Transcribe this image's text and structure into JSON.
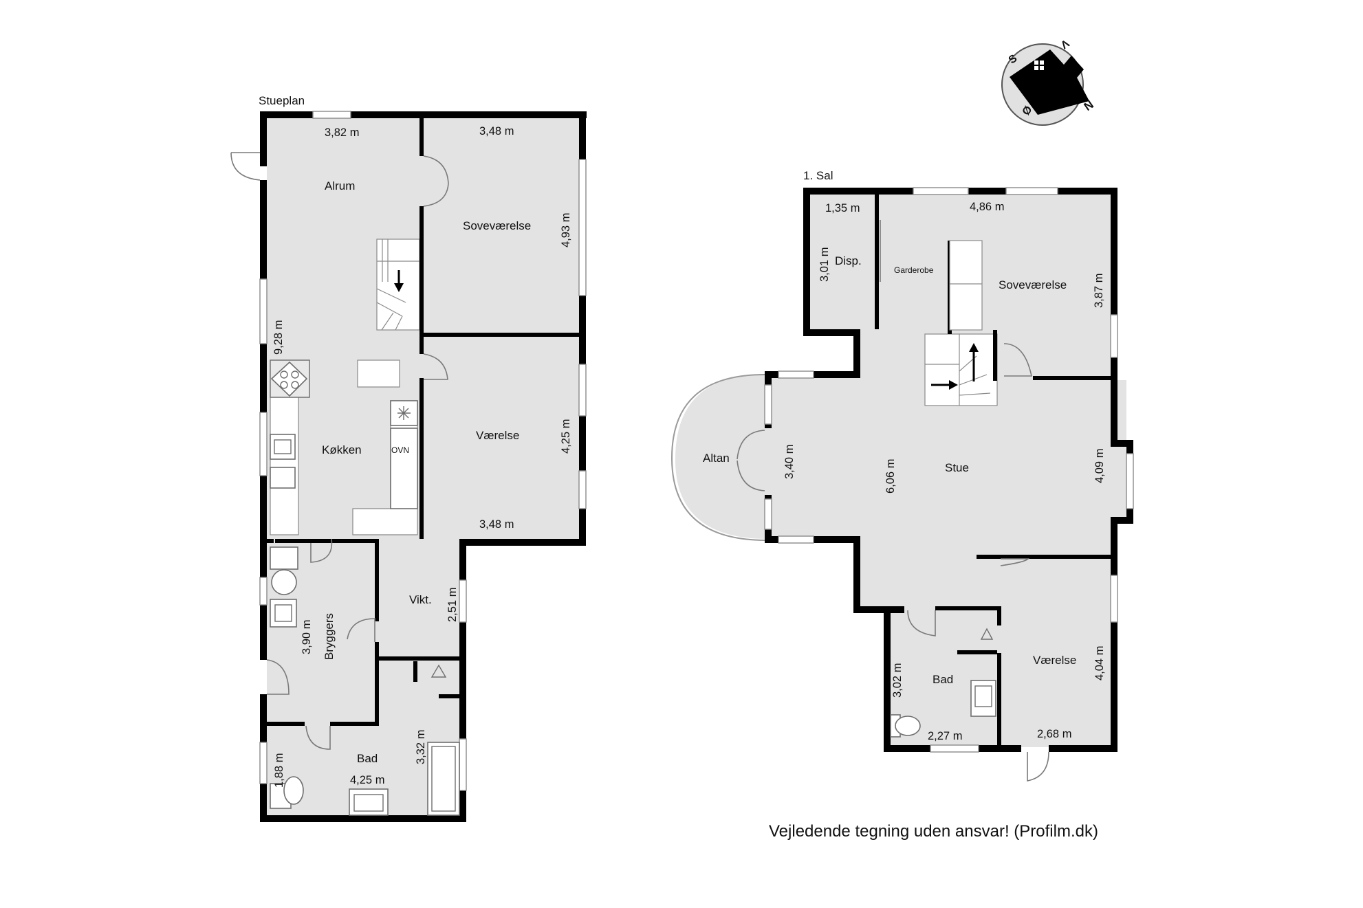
{
  "floors": {
    "stueplan": {
      "title": "Stueplan",
      "rooms": {
        "alrum": "Alrum",
        "sovevaerelse": "Soveværelse",
        "vaerelse": "Værelse",
        "kokken": "Køkken",
        "ovn": "OVN",
        "bryggers": "Bryggers",
        "vikt": "Vikt.",
        "bad": "Bad"
      },
      "dimensions": {
        "alrum_width": "3,82 m",
        "sove_width": "3,48 m",
        "sove_depth": "4,93 m",
        "house_depth": "9,28 m",
        "vaer_depth": "4,25 m",
        "vaer_width": "3,48 m",
        "bryggers_depth": "3,90 m",
        "vikt_depth": "2,51 m",
        "bad_depth": "3,32 m",
        "bad_side": "1,88 m",
        "bad_width": "4,25 m"
      }
    },
    "sal": {
      "title": "1. Sal",
      "rooms": {
        "disp": "Disp.",
        "garderobe": "Garderobe",
        "sovevaerelse": "Soveværelse",
        "altan": "Altan",
        "stue": "Stue",
        "bad": "Bad",
        "vaerelse": "Værelse"
      },
      "dimensions": {
        "disp_width": "1,35 m",
        "disp_depth": "3,01 m",
        "sove_width": "4,86 m",
        "sove_depth": "3,87 m",
        "altan_depth": "3,40 m",
        "stue_depth": "6,06 m",
        "stue_side": "4,09 m",
        "bad_depth": "3,02 m",
        "bad_width": "2,27 m",
        "vaer_depth": "4,04 m",
        "vaer_width": "2,68 m"
      }
    }
  },
  "compass": {
    "letters": [
      "S",
      "V",
      "N",
      "Ø"
    ]
  },
  "footer": "Vejledende tegning uden ansvar! (Profilm.dk)",
  "colors": {
    "wall": "#000000",
    "floor": "#e3e3e3",
    "background": "#ffffff"
  }
}
